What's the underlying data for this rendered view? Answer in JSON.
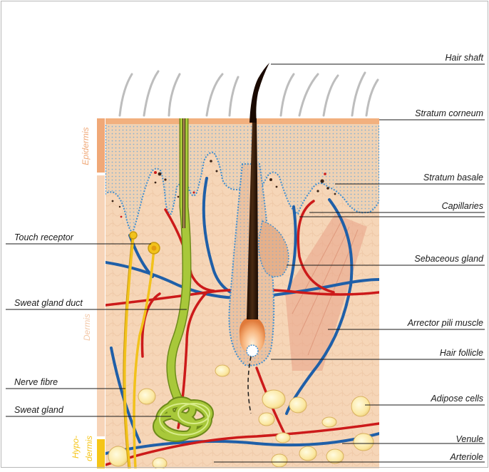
{
  "labels": {
    "hair_shaft": "Hair shaft",
    "stratum_corneum": "Stratum corneum",
    "stratum_basale": "Stratum basale",
    "capillaries": "Capillaries",
    "sebaceous_gland": "Sebaceous gland",
    "arrector_pili": "Arrector pili muscle",
    "hair_follicle": "Hair follicle",
    "adipose_cells": "Adipose cells",
    "venule": "Venule",
    "arteriole": "Arteriole",
    "touch_receptor": "Touch receptor",
    "sweat_gland_duct": "Sweat gland duct",
    "nerve_fibre": "Nerve fibre",
    "sweat_gland": "Sweat gland"
  },
  "zones": {
    "epidermis": "Epidermis",
    "dermis": "Dermis",
    "hypodermis_1": "Hypo-",
    "hypodermis_2": "dermis"
  },
  "colors": {
    "epidermis_bar": "#f0a877",
    "dermis_bar": "#f7d4b8",
    "hypodermis_bar": "#f5c518",
    "skin_base": "#f6d6b8",
    "stratum_dots": "#7aaad4",
    "vein": "#1f5fa8",
    "artery": "#cc1a1a",
    "nerve": "#f2c21b",
    "sweat_gland": "#a8c83a",
    "hair": "#2a1608"
  }
}
